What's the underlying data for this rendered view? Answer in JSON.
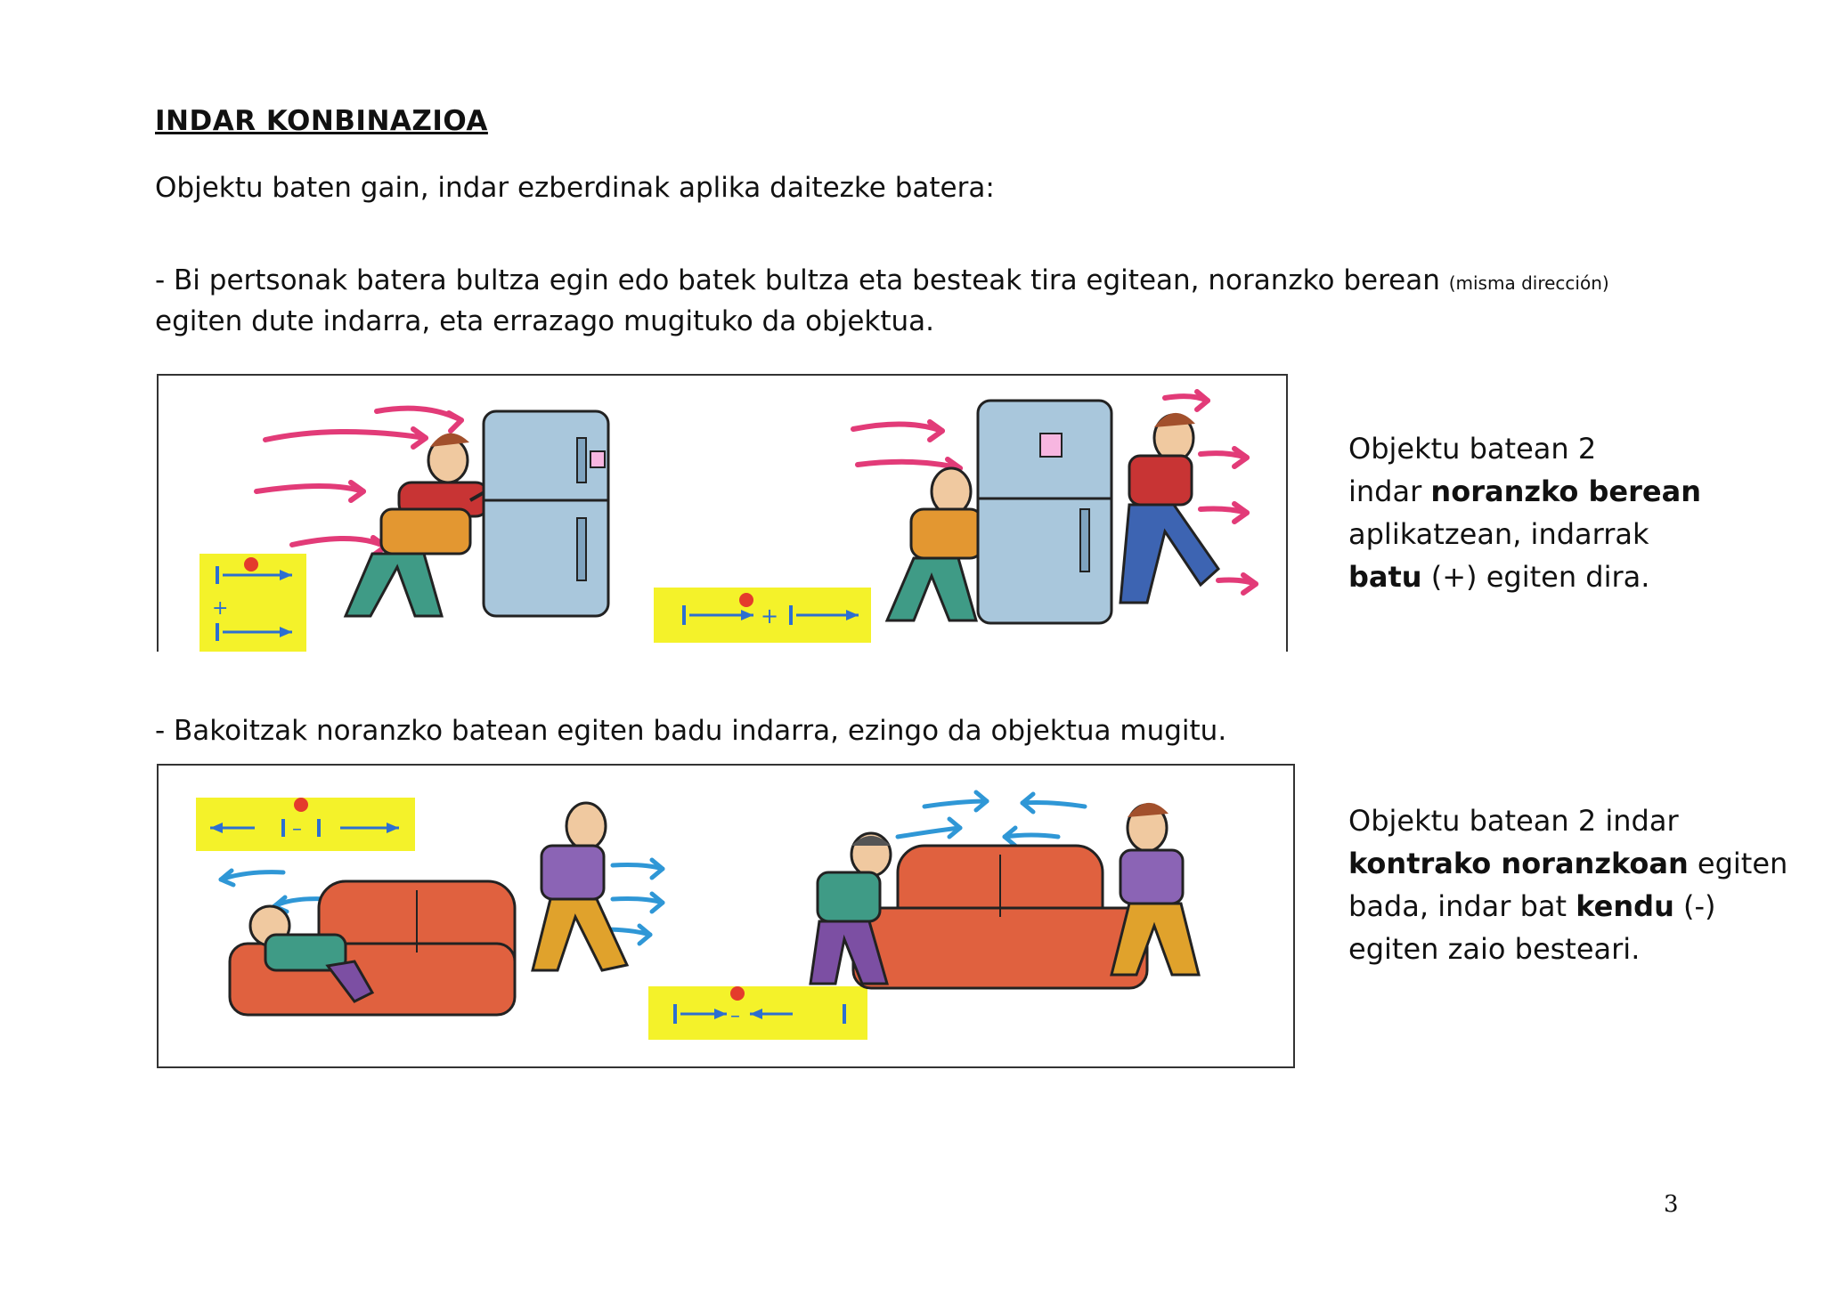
{
  "heading": "INDAR KONBINAZIOA",
  "intro": "Objektu baten gain, indar ezberdinak aplika daitezke batera:",
  "para1": {
    "main": "- Bi pertsonak batera bultza egin edo batek bultza eta besteak tira egitean, noranzko berean",
    "note": "(misma dirección)",
    "line2": "egiten dute indarra, eta errazago mugituko da objektua."
  },
  "side1": {
    "l1": "Objektu batean 2",
    "l2a": "indar ",
    "l2b": "noranzko berean",
    "l3": "aplikatzean, indarrak",
    "l4a": "batu",
    "l4b": " (+) egiten dira."
  },
  "para2": "- Bakoitzak noranzko batean egiten badu indarra, ezingo da objektua mugitu.",
  "side2": {
    "l1": "Objektu batean 2 indar",
    "l2a": "kontrako noranzkoan",
    "l2b": " egiten",
    "l3a": "bada, indar bat ",
    "l3b": "kendu",
    "l3c": " (-)",
    "l4": "egiten zaio besteari."
  },
  "diagrams": {
    "d1_plus": "+",
    "d2_plus": "+",
    "d3_minus": "–",
    "d4_minus": "–"
  },
  "colors": {
    "yellow": "#f4f22a",
    "arrow_blue": "#2c6fd1",
    "wind_pink": "#e23b78",
    "wind_blue": "#2f97d6",
    "fridge": "#a9c7dc",
    "sofa": "#e0613f"
  },
  "page_number": "3"
}
